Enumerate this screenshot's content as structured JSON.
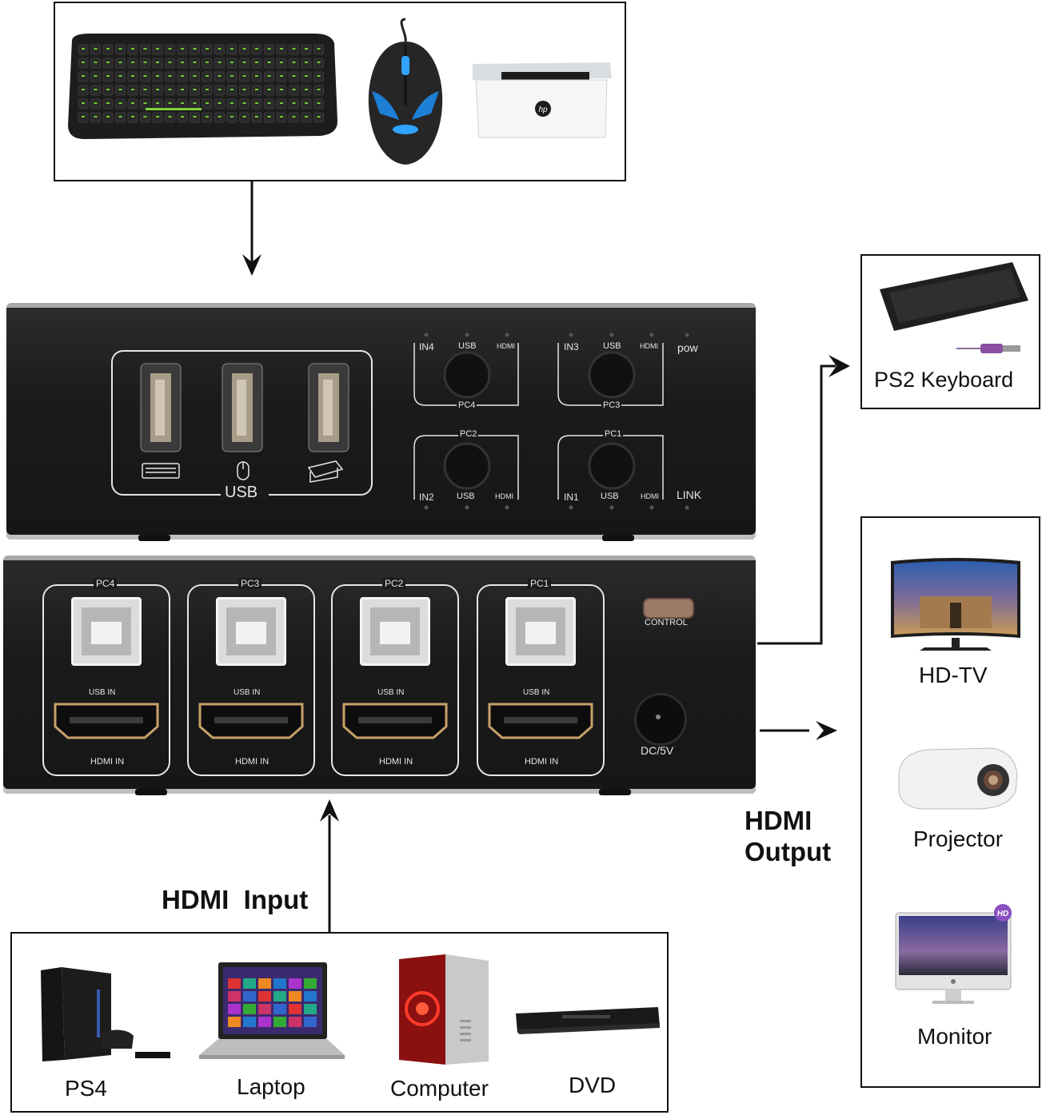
{
  "top_devices_aria": "keyboard, mouse, printer",
  "kvm_top": {
    "usb_label": "USB",
    "in4": "IN4",
    "in3": "IN3",
    "in2": "IN2",
    "in1": "IN1",
    "usb": "USB",
    "hdmi": "HDMI",
    "pc1": "PC1",
    "pc2": "PC2",
    "pc3": "PC3",
    "pc4": "PC4",
    "pow": "pow",
    "link": "LINK"
  },
  "kvm_bottom": {
    "ports": [
      {
        "name": "PC4",
        "usb_in": "USB IN",
        "hdmi_in": "HDMI IN"
      },
      {
        "name": "PC3",
        "usb_in": "USB IN",
        "hdmi_in": "HDMI IN"
      },
      {
        "name": "PC2",
        "usb_in": "USB IN",
        "hdmi_in": "HDMI IN"
      },
      {
        "name": "PC1",
        "usb_in": "USB IN",
        "hdmi_in": "HDMI IN"
      }
    ],
    "control": "CONTROL",
    "power": "DC/5V"
  },
  "ps2": {
    "label": "PS2 Keyboard"
  },
  "outputs": {
    "heading_line1": "HDMI",
    "heading_line2": "Output",
    "items": [
      "HD-TV",
      "Projector",
      "Monitor"
    ]
  },
  "inputs": {
    "heading": "HDMI  Input",
    "items": [
      "PS4",
      "Laptop",
      "Computer",
      "DVD"
    ]
  },
  "colors": {
    "panel": "#1c1c1c",
    "hdmi_gold": "#c9a06a",
    "line": "#111111"
  }
}
